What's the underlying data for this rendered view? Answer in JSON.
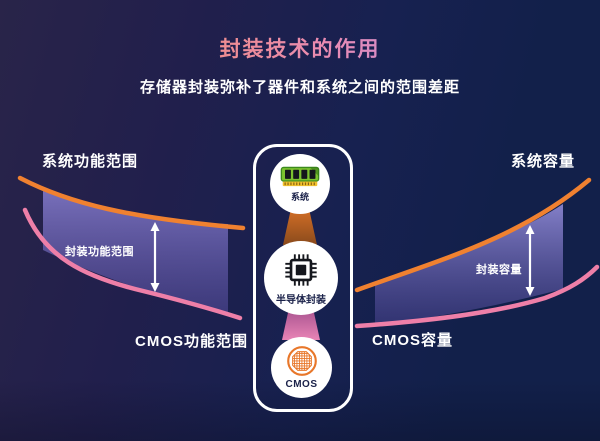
{
  "header": {
    "title": "封装技术的作用",
    "subtitle": "存储器封装弥补了器件和系统之间的范围差距"
  },
  "left_chart": {
    "top_label": "系统功能范围",
    "range_label": "封装功能范围",
    "bottom_label": "CMOS功能范围",
    "description": "two downward-decaying curves (orange=system, pink=CMOS) with purple band and vertical double arrow marking package function range"
  },
  "right_chart": {
    "top_label": "系统容量",
    "range_label": "封装容量",
    "bottom_label": "CMOS容量",
    "description": "two upward-growing curves (orange=system, pink=CMOS) with purple band and vertical double arrow marking package capacity"
  },
  "pipeline": {
    "items": [
      {
        "label": "系统",
        "icon": "ram-icon"
      },
      {
        "label": "半导体封装",
        "icon": "chip-icon"
      },
      {
        "label": "CMOS",
        "icon": "wafer-icon"
      }
    ]
  },
  "colors": {
    "background_left": "#292449",
    "background_right": "#12204a",
    "orange_curve": "#f08130",
    "pink_curve": "#ee7fa8",
    "fill_purple_top": "#867dce",
    "fill_purple_bottom": "#463e8c",
    "title_gradient": [
      "#ee7f2c",
      "#e98bb4",
      "#9c8fe6"
    ],
    "connector_orange": "#cf6d26",
    "connector_pink": "#e884b6",
    "node_bg": "#ffffff",
    "node_text": "#1a2149",
    "ram_green": "#7cc32f",
    "wafer_orange": "#e8772a"
  }
}
